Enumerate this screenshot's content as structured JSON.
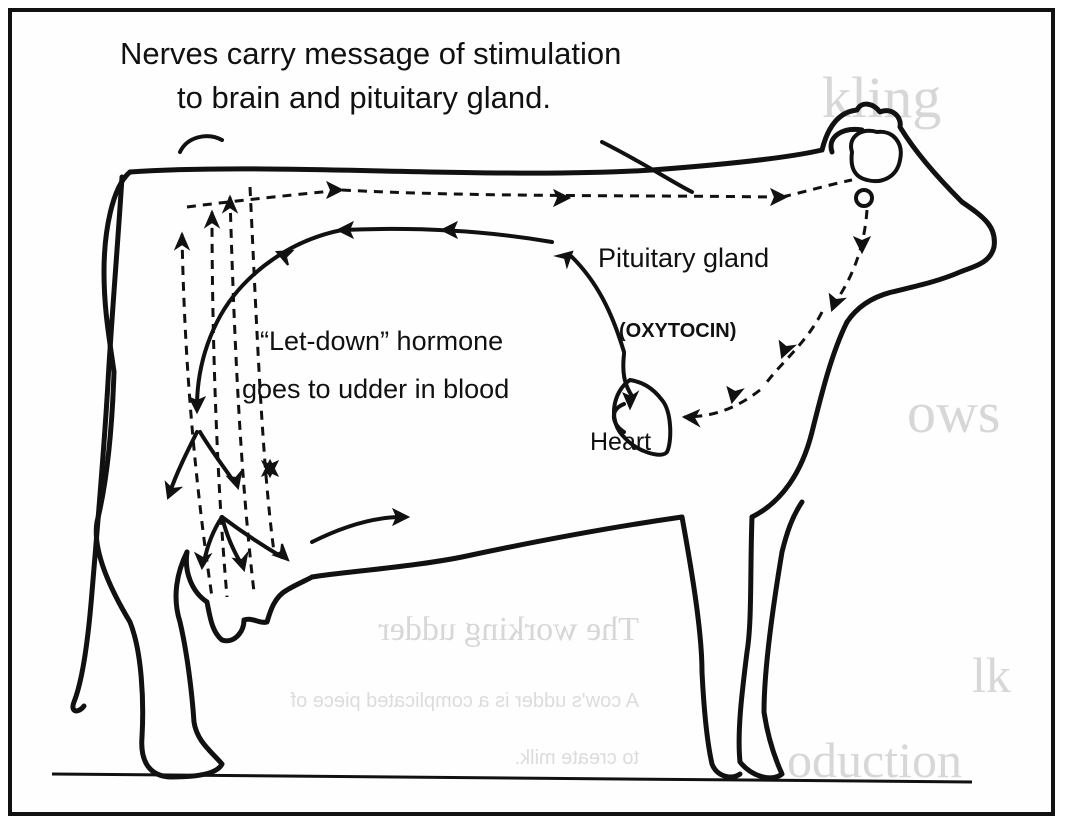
{
  "labels": {
    "nerves_line1": "Nerves carry message of stimulation",
    "nerves_line2": "to brain and pituitary gland.",
    "pituitary": "Pituitary gland",
    "oxytocin": "(OXYTOCIN)",
    "letdown_line1": "“Let-down” hormone",
    "letdown_line2": "goes to udder in blood",
    "heart": "Heart"
  },
  "bleed_through": {
    "heading": "The working udder",
    "body_line1": "A cow's udder is a complicated piece of",
    "body_line2": "to create milk.",
    "right_1": "kling",
    "right_2": "ows",
    "right_3": "lk",
    "right_4": "oduction"
  },
  "colors": {
    "ink": "#111111",
    "bleed": "#d7d7d7",
    "border": "#111111"
  }
}
